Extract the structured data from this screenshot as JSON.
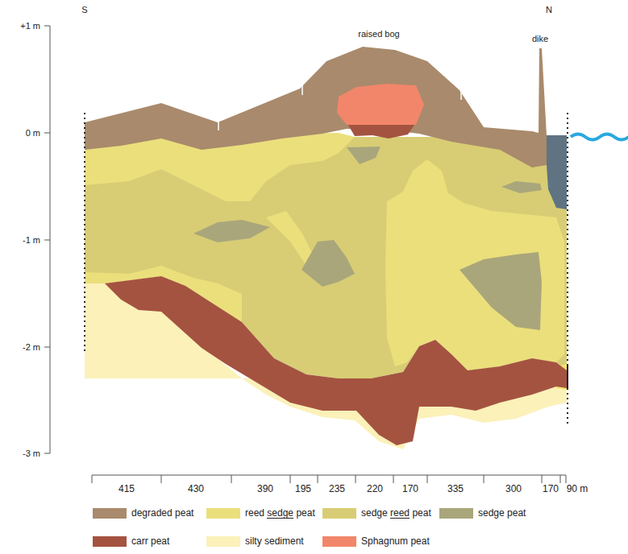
{
  "diagram": {
    "labels": [
      "S",
      "N",
      "+1 m",
      "raised bog",
      "dike",
      "0 m",
      "-1 m",
      "-2 m",
      "-3 m",
      "415",
      "430",
      "390",
      "195",
      "235",
      "220",
      "170",
      "335",
      "300",
      "170",
      "90 m"
    ],
    "legend": [
      {
        "text": "degraded peat",
        "color": "#a98a6c"
      },
      {
        "text": "reed sedge peat",
        "color": "#ebdf7c"
      },
      {
        "text": "sedge reed peat",
        "color": "#d8cd74"
      },
      {
        "text": "sedge peat",
        "color": "#aaa67b"
      },
      {
        "text": "carr peat",
        "color": "#a45340"
      },
      {
        "text": "silty sediment",
        "color": "#fbf1b9"
      },
      {
        "text": "Sphagnum peat",
        "color": "#f2866a"
      }
    ]
  }
}
